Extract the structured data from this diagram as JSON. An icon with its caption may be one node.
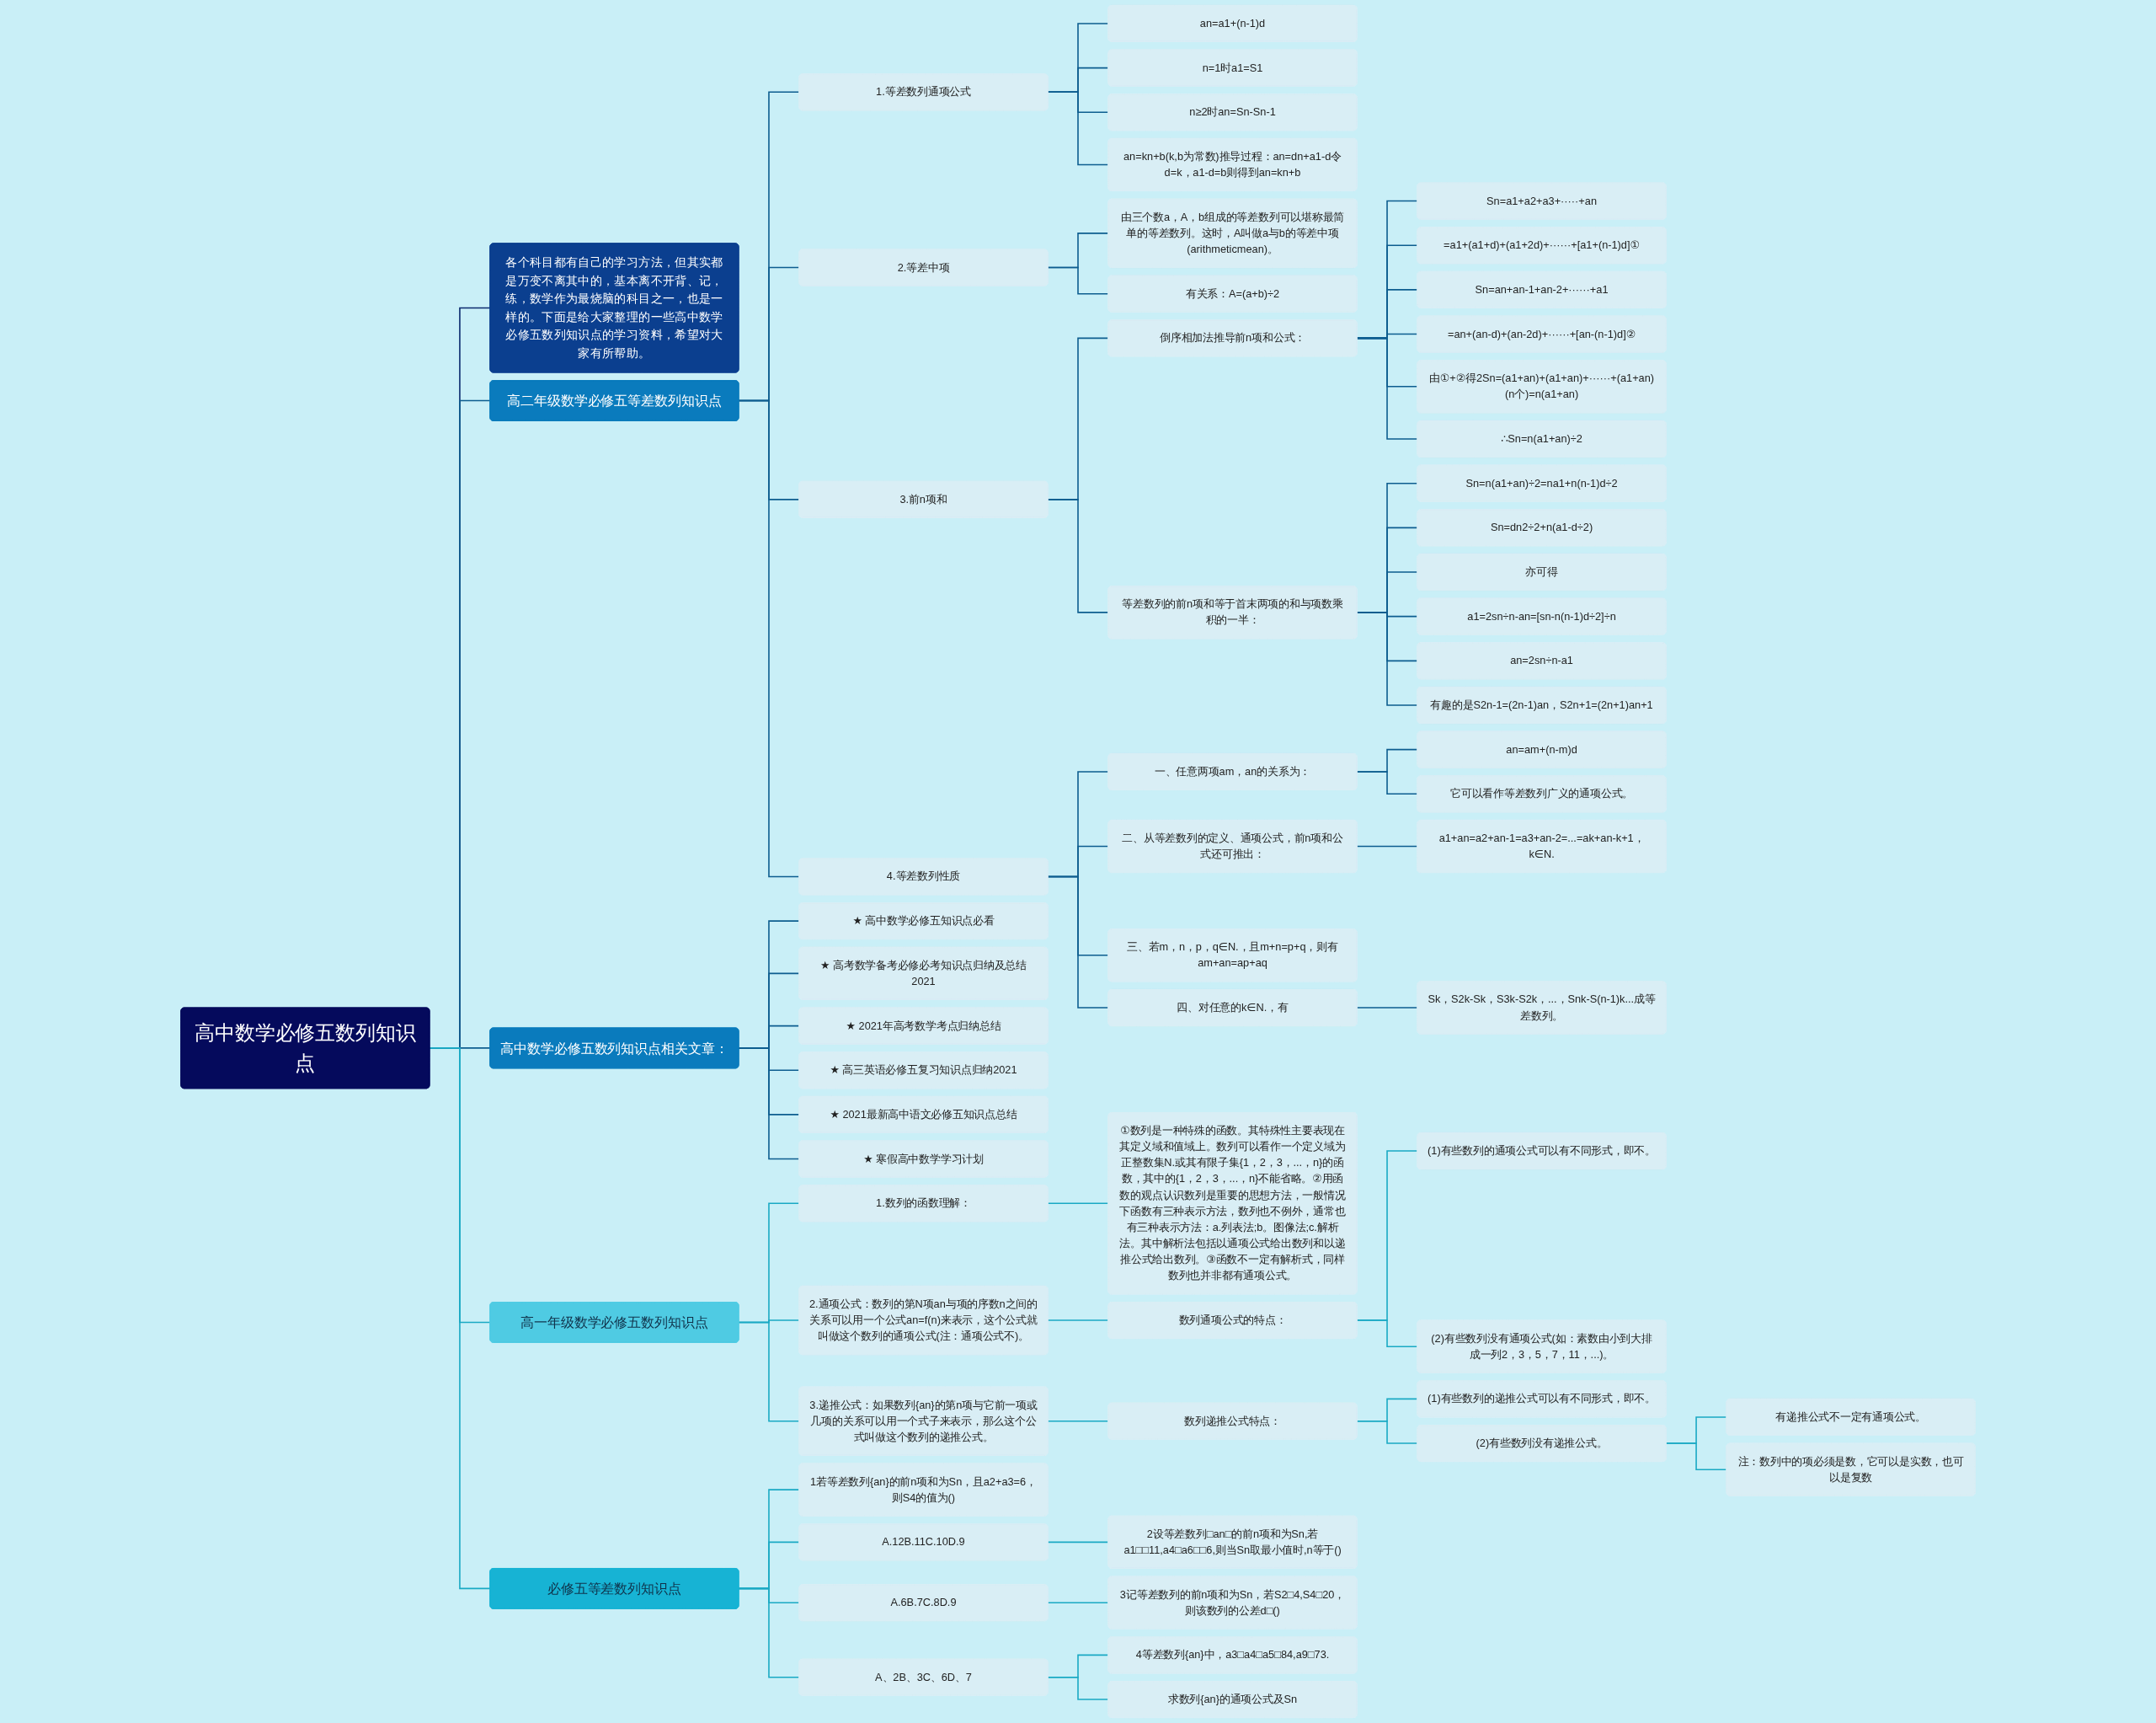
{
  "diagram": {
    "nodes": [
      {
        "text": [
          "高中数学必修五数列知识点"
        ]
      },
      {
        "text": [
          "各个科目都有自己的学习方法，但其实都是万变不离其中的，基本离不开背、记，练，数学作为最烧脑的科目之一，也是一样的。下面是给大家整理的一些高中数学必修五数列知识点的学习资料，希望对大家有所帮助。"
        ]
      },
      {
        "text": [
          "高二年级数学必修五等差数列知识点"
        ]
      },
      {
        "text": [
          "1.等差数列通项公式"
        ]
      },
      {
        "text": [
          "an=a1+(n-1)d"
        ]
      },
      {
        "text": [
          "n=1时a1=S1"
        ]
      },
      {
        "text": [
          "n≥2时an=Sn-Sn-1"
        ]
      },
      {
        "text": [
          "an=kn+b(k,b为常数)推导过程：an=dn+a1-d令d=k，a1-d=b则得到an=kn+b"
        ]
      },
      {
        "text": [
          "2.等差中项"
        ]
      },
      {
        "text": [
          "由三个数a，A，b组成的等差数列可以堪称最简单的等差数列。这时，A叫做a与b的等差中项(arithmeticmean)。"
        ]
      },
      {
        "text": [
          "有关系：A=(a+b)÷2"
        ]
      },
      {
        "text": [
          "3.前n项和"
        ]
      },
      {
        "text": [
          "倒序相加法推导前n项和公式："
        ]
      },
      {
        "text": [
          "Sn=a1+a2+a3+·····+an"
        ]
      },
      {
        "text": [
          "=a1+(a1+d)+(a1+2d)+······+[a1+(n-1)d]①"
        ]
      },
      {
        "text": [
          "Sn=an+an-1+an-2+······+a1"
        ]
      },
      {
        "text": [
          "=an+(an-d)+(an-2d)+······+[an-(n-1)d]②"
        ]
      },
      {
        "text": [
          "由①+②得2Sn=(a1+an)+(a1+an)+······+(a1+an)(n个)=n(a1+an)"
        ]
      },
      {
        "text": [
          "∴Sn=n(a1+an)÷2"
        ]
      },
      {
        "text": [
          "等差数列的前n项和等于首末两项的和与项数乘积的一半："
        ]
      },
      {
        "text": [
          "Sn=n(a1+an)÷2=na1+n(n-1)d÷2"
        ]
      },
      {
        "text": [
          "Sn=dn2÷2+n(a1-d÷2)"
        ]
      },
      {
        "text": [
          "亦可得"
        ]
      },
      {
        "text": [
          "a1=2sn÷n-an=[sn-n(n-1)d÷2]÷n"
        ]
      },
      {
        "text": [
          "an=2sn÷n-a1"
        ]
      },
      {
        "text": [
          "有趣的是S2n-1=(2n-1)an，S2n+1=(2n+1)an+1"
        ]
      },
      {
        "text": [
          "4.等差数列性质"
        ]
      },
      {
        "text": [
          "一、任意两项am，an的关系为："
        ]
      },
      {
        "text": [
          "an=am+(n-m)d"
        ]
      },
      {
        "text": [
          "它可以看作等差数列广义的通项公式。"
        ]
      },
      {
        "text": [
          "二、从等差数列的定义、通项公式，前n项和公式还可推出："
        ]
      },
      {
        "text": [
          "a1+an=a2+an-1=a3+an-2=...=ak+an-k+1，k∈N."
        ]
      },
      {
        "text": [
          "三、若m，n，p，q∈N.，且m+n=p+q，则有am+an=ap+aq"
        ]
      },
      {
        "text": [
          "四、对任意的k∈N.，有"
        ]
      },
      {
        "text": [
          "Sk，S2k-Sk，S3k-S2k，...，Snk-S(n-1)k...成等差数列。"
        ]
      },
      {
        "text": [
          "高中数学必修五数列知识点相关文章："
        ]
      },
      {
        "text": [
          "★ 高中数学必修五知识点必看"
        ]
      },
      {
        "text": [
          "★ 高考数学备考必修必考知识点归纳及总结2021"
        ]
      },
      {
        "text": [
          "★ 2021年高考数学考点归纳总结"
        ]
      },
      {
        "text": [
          "★ 高三英语必修五复习知识点归纳2021"
        ]
      },
      {
        "text": [
          "★ 2021最新高中语文必修五知识点总结"
        ]
      },
      {
        "text": [
          "★ 寒假高中数学学习计划"
        ]
      },
      {
        "text": [
          "高一年级数学必修五数列知识点"
        ]
      },
      {
        "text": [
          "1.数列的函数理解："
        ]
      },
      {
        "text": [
          "①数列是一种特殊的函数。其特殊性主要表现在其定义域和值域上。数列可以看作一个定义域为正整数集N.或其有限子集{1，2，3，...，n}的函数，其中的{1，2，3，...，n}不能省略。②用函数的观点认识数列是重要的思想方法，一般情况下函数有三种表示方法，数列也不例外，通常也有三种表示方法：a.列表法;b。图像法;c.解析法。其中解析法包括以通项公式给出数列和以递推公式给出数列。③函数不一定有解析式，同样数列也并非都有通项公式。"
        ]
      },
      {
        "text": [
          "2.通项公式：数列的第N项an与项的序数n之间的关系可以用一个公式an=f(n)来表示，这个公式就叫做这个数列的通项公式(注：通项公式不)。"
        ]
      },
      {
        "text": [
          "数列通项公式的特点："
        ]
      },
      {
        "text": [
          "(1)有些数列的通项公式可以有不同形式，即不。"
        ]
      },
      {
        "text": [
          "(2)有些数列没有通项公式(如：素数由小到大排成一列2，3，5，7，11，...)。"
        ]
      },
      {
        "text": [
          "3.递推公式：如果数列{an}的第n项与它前一项或几项的关系可以用一个式子来表示，那么这个公式叫做这个数列的递推公式。"
        ]
      },
      {
        "text": [
          "数列递推公式特点："
        ]
      },
      {
        "text": [
          "(1)有些数列的递推公式可以有不同形式，即不。"
        ]
      },
      {
        "text": [
          "(2)有些数列没有递推公式。"
        ]
      },
      {
        "text": [
          "有递推公式不一定有通项公式。"
        ]
      },
      {
        "text": [
          "注：数列中的项必须是数，它可以是实数，也可以是复数"
        ]
      },
      {
        "text": [
          "必修五等差数列知识点"
        ]
      },
      {
        "text": [
          "1若等差数列{an}的前n项和为Sn，且a2+a3=6，则S4的值为()"
        ]
      },
      {
        "text": [
          "A.12B.11C.10D.9"
        ]
      },
      {
        "text": [
          "2设等差数列□an□的前n项和为Sn,若a1□□11,a4□a6□□6,则当Sn取最小值时,n等于()"
        ]
      },
      {
        "text": [
          "A.6B.7C.8D.9"
        ]
      },
      {
        "text": [
          "3记等差数列的前n项和为Sn，若S2□4,S4□20，则该数列的公差d□()"
        ]
      },
      {
        "text": [
          "A、2B、3C、6D、7"
        ]
      },
      {
        "text": [
          "4等差数列{an}中，a3□a4□a5□84,a9□73."
        ]
      },
      {
        "text": [
          "求数列{an}的通项公式及Sn"
        ]
      }
    ],
    "edges": [
      {
        "from": 0,
        "to": 1,
        "arrow": "none",
        "color": "#0b2a6e"
      },
      {
        "from": 0,
        "to": 2,
        "arrow": "none"
      },
      {
        "from": 2,
        "to": 3,
        "arrow": "none"
      },
      {
        "from": 3,
        "to": 4,
        "arrow": "none"
      },
      {
        "from": 3,
        "to": 5,
        "arrow": "none"
      },
      {
        "from": 3,
        "to": 6,
        "arrow": "none"
      },
      {
        "from": 3,
        "to": 7,
        "arrow": "none"
      },
      {
        "from": 2,
        "to": 8,
        "arrow": "none"
      },
      {
        "from": 8,
        "to": 9,
        "arrow": "none"
      },
      {
        "from": 8,
        "to": 10,
        "arrow": "none"
      },
      {
        "from": 2,
        "to": 11,
        "arrow": "none"
      },
      {
        "from": 11,
        "to": 12,
        "arrow": "none"
      },
      {
        "from": 12,
        "to": 13,
        "arrow": "none"
      },
      {
        "from": 12,
        "to": 14,
        "arrow": "none"
      },
      {
        "from": 12,
        "to": 15,
        "arrow": "none"
      },
      {
        "from": 12,
        "to": 16,
        "arrow": "none"
      },
      {
        "from": 12,
        "to": 17,
        "arrow": "none"
      },
      {
        "from": 12,
        "to": 18,
        "arrow": "none"
      },
      {
        "from": 11,
        "to": 19,
        "arrow": "none"
      },
      {
        "from": 19,
        "to": 20,
        "arrow": "none"
      },
      {
        "from": 19,
        "to": 21,
        "arrow": "none"
      },
      {
        "from": 19,
        "to": 22,
        "arrow": "none"
      },
      {
        "from": 19,
        "to": 23,
        "arrow": "none"
      },
      {
        "from": 19,
        "to": 24,
        "arrow": "none"
      },
      {
        "from": 19,
        "to": 25,
        "arrow": "none"
      },
      {
        "from": 2,
        "to": 26,
        "arrow": "none"
      },
      {
        "from": 26,
        "to": 27,
        "arrow": "none"
      },
      {
        "from": 27,
        "to": 28,
        "arrow": "none"
      },
      {
        "from": 27,
        "to": 29,
        "arrow": "none"
      },
      {
        "from": 26,
        "to": 30,
        "arrow": "none"
      },
      {
        "from": 30,
        "to": 31,
        "arrow": "none"
      },
      {
        "from": 26,
        "to": 32,
        "arrow": "none"
      },
      {
        "from": 26,
        "to": 33,
        "arrow": "none"
      },
      {
        "from": 33,
        "to": 34,
        "arrow": "none"
      },
      {
        "from": 0,
        "to": 35,
        "arrow": "none"
      },
      {
        "from": 35,
        "to": 36,
        "arrow": "none"
      },
      {
        "from": 35,
        "to": 37,
        "arrow": "none"
      },
      {
        "from": 35,
        "to": 38,
        "arrow": "none"
      },
      {
        "from": 35,
        "to": 39,
        "arrow": "none"
      },
      {
        "from": 35,
        "to": 40,
        "arrow": "none"
      },
      {
        "from": 35,
        "to": 41,
        "arrow": "none"
      },
      {
        "from": 0,
        "to": 42,
        "arrow": "none",
        "color": "#1aa9c4"
      },
      {
        "from": 42,
        "to": 43,
        "arrow": "none",
        "color": "#1aa9c4"
      },
      {
        "from": 43,
        "to": 44,
        "arrow": "none",
        "color": "#1aa9c4"
      },
      {
        "from": 42,
        "to": 45,
        "arrow": "none",
        "color": "#1aa9c4"
      },
      {
        "from": 45,
        "to": 46,
        "arrow": "none",
        "color": "#1aa9c4"
      },
      {
        "from": 46,
        "to": 47,
        "arrow": "none",
        "color": "#1aa9c4"
      },
      {
        "from": 46,
        "to": 48,
        "arrow": "none",
        "color": "#1aa9c4"
      },
      {
        "from": 42,
        "to": 49,
        "arrow": "none",
        "color": "#1aa9c4"
      },
      {
        "from": 49,
        "to": 50,
        "arrow": "none",
        "color": "#1aa9c4"
      },
      {
        "from": 50,
        "to": 51,
        "arrow": "none",
        "color": "#1aa9c4"
      },
      {
        "from": 50,
        "to": 52,
        "arrow": "none",
        "color": "#1aa9c4"
      },
      {
        "from": 52,
        "to": 53,
        "arrow": "none",
        "color": "#1aa9c4"
      },
      {
        "from": 52,
        "to": 54,
        "arrow": "none",
        "color": "#1aa9c4"
      },
      {
        "from": 0,
        "to": 55,
        "arrow": "none",
        "color": "#1aa9c4"
      },
      {
        "from": 55,
        "to": 56,
        "arrow": "none",
        "color": "#1aa9c4"
      },
      {
        "from": 55,
        "to": 57,
        "arrow": "none",
        "color": "#1aa9c4"
      },
      {
        "from": 57,
        "to": 58,
        "arrow": "none",
        "color": "#1aa9c4"
      },
      {
        "from": 55,
        "to": 59,
        "arrow": "none",
        "color": "#1aa9c4"
      },
      {
        "from": 59,
        "to": 60,
        "arrow": "none",
        "color": "#1aa9c4"
      },
      {
        "from": 55,
        "to": 61,
        "arrow": "none",
        "color": "#1aa9c4"
      },
      {
        "from": 61,
        "to": 62,
        "arrow": "none",
        "color": "#1aa9c4"
      },
      {
        "from": 61,
        "to": 63,
        "arrow": "none",
        "color": "#1aa9c4"
      }
    ]
  }
}
